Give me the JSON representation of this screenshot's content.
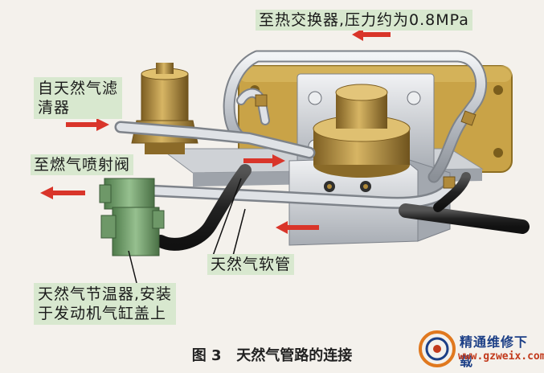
{
  "labels": {
    "heat_exchanger": "至热交换器,压力约为0.8MPa",
    "gas_filter_line1": "自天然气滤",
    "gas_filter_line2": "清器",
    "injector_valve": "至燃气喷射阀",
    "hose": "天然气软管",
    "thermostat_line1": "天然气节温器,安装",
    "thermostat_line2": "于发动机气缸盖上"
  },
  "caption": {
    "prefix": "图 3",
    "text": "天然气管路的连接"
  },
  "watermark": {
    "title": "精通维修下载",
    "url": "www.gzweix.com"
  },
  "colors": {
    "background": "#f4f1ec",
    "label_background": "#d8e8cf",
    "arrow": "#d9352a",
    "pipe": "#c9cdd3",
    "bracket": "#c8a84a",
    "block": "#dcdfe3",
    "brass": "#b8933f",
    "valve_green": "#7fa879",
    "hose": "#2c2c2c"
  }
}
